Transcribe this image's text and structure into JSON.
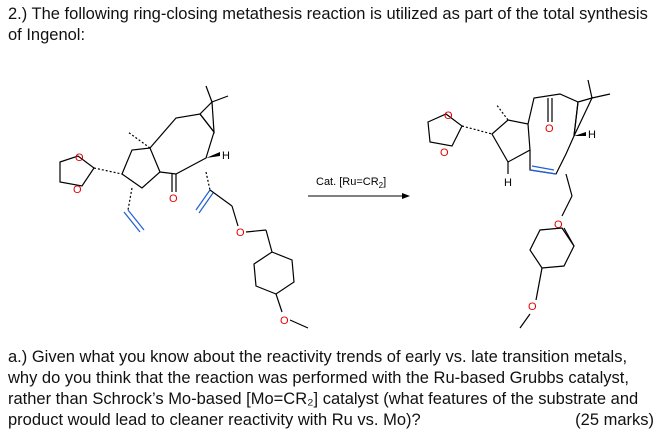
{
  "question": {
    "text": "2.) The following ring-closing metathesis reaction is utilized as part of the total synthesis of Ingenol:"
  },
  "scheme": {
    "reagent": "Cat. [Ru=CR",
    "reagent_sub": "2",
    "reagent_close": "]",
    "atoms": {
      "oxygen": "O",
      "hydrogen": "H"
    },
    "colors": {
      "bonds": "#000000",
      "oxygen": "#e60000",
      "alkene": "#1f5fd6"
    }
  },
  "part_a": {
    "text": "a.) Given what you know about the reactivity trends of early vs. late transition metals, why do you think that the reaction was performed with the Ru-based Grubbs catalyst, rather than Schrock’s Mo-based [Mo=CR₂] catalyst (what features of the substrate and product would lead to cleaner reactivity with Ru vs. Mo)?",
    "marks": "(25 marks)"
  }
}
